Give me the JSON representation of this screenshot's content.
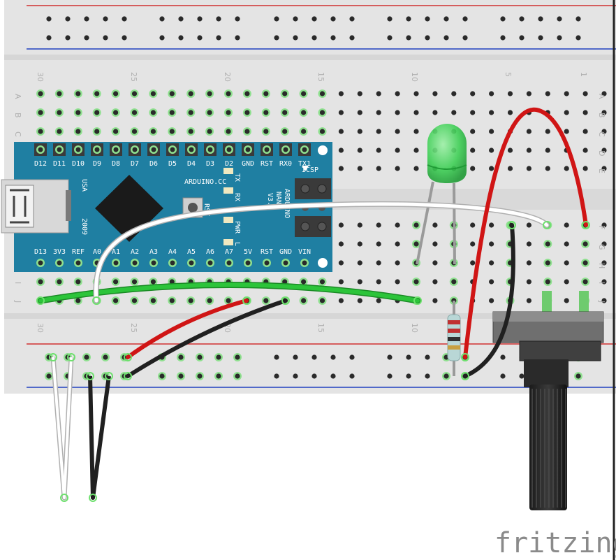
{
  "breadboard": {
    "column_numbers": [
      "30",
      "25",
      "20",
      "15",
      "10",
      "5",
      "1"
    ],
    "row_letters": [
      "A",
      "B",
      "C",
      "D",
      "E",
      "F",
      "G",
      "H",
      "I",
      "J"
    ],
    "rail_colors": {
      "positive": "#d03030",
      "negative": "#2040c0"
    }
  },
  "arduino": {
    "color": "#1f7fa2",
    "logo_text": "ARDUINO.CC",
    "model_lines": [
      "ARDUINO",
      "NANO",
      "V3.0"
    ],
    "year": "2009",
    "usa": "USA",
    "icsp": "ICSP",
    "top_pins": [
      "D12",
      "D11",
      "D10",
      "D9",
      "D8",
      "D7",
      "D6",
      "D5",
      "D4",
      "D3",
      "D2",
      "GND",
      "RST",
      "RX0",
      "TX1"
    ],
    "bottom_pins": [
      "D13",
      "3V3",
      "REF",
      "A0",
      "A1",
      "A2",
      "A3",
      "A4",
      "A5",
      "A6",
      "A7",
      "5V",
      "RST",
      "GND",
      "VIN"
    ],
    "leds": [
      "TX",
      "RX",
      "PWR",
      "L"
    ],
    "reset_label": "RST"
  },
  "components": {
    "led": {
      "color": "#3ecf55"
    },
    "resistor": {
      "bands": [
        "#c03030",
        "#c03030",
        "#303030",
        "#c8a040"
      ]
    },
    "potentiometer": {
      "body": "#2a2a2a"
    }
  },
  "wires": {
    "red": "#d01515",
    "black": "#202020",
    "green": "#2cc43a",
    "white": "#ffffff"
  },
  "watermark": "fritzing"
}
